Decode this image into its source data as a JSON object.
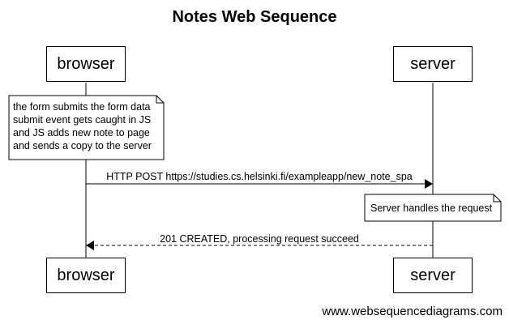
{
  "title": "Notes Web Sequence",
  "participants": {
    "browser": "browser",
    "server": "server"
  },
  "notes": {
    "browser_note": [
      "the form submits the form data",
      "submit event gets caught in JS",
      "and JS adds new note to page",
      "and sends a copy to the server"
    ],
    "server_note": "Server handles the request"
  },
  "messages": {
    "post": "HTTP POST https://studies.cs.helsinki.fi/exampleapp/new_note_spa",
    "response": "201 CREATED, processing request succeed"
  },
  "footer": "www.websequencediagrams.com"
}
